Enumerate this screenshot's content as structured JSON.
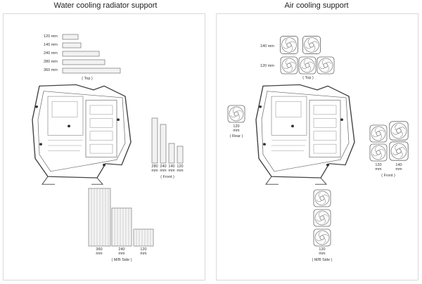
{
  "water": {
    "title": "Water cooling radiator support",
    "top_sizes": [
      "120 mm",
      "140 mm",
      "240 mm",
      "280 mm",
      "360 mm"
    ],
    "top_caption": "( Top )",
    "front_sizes": [
      "280",
      "240",
      "140",
      "120"
    ],
    "front_unit": "mm",
    "front_caption": "( Front )",
    "side_sizes": [
      "360",
      "240",
      "120"
    ],
    "side_unit": "mm",
    "side_caption": "( M/B Side )"
  },
  "air": {
    "title": "Air cooling support",
    "top_rows": [
      "140 mm",
      "120 mm"
    ],
    "top_caption": "( Top )",
    "rear_size": "120",
    "rear_unit": "mm",
    "rear_caption": "( Rear )",
    "front_sizes": [
      "120",
      "140"
    ],
    "front_unit": "mm",
    "front_caption": "( Front )",
    "side_size": "120",
    "side_unit": "mm",
    "side_caption": "( M/B Side )"
  }
}
